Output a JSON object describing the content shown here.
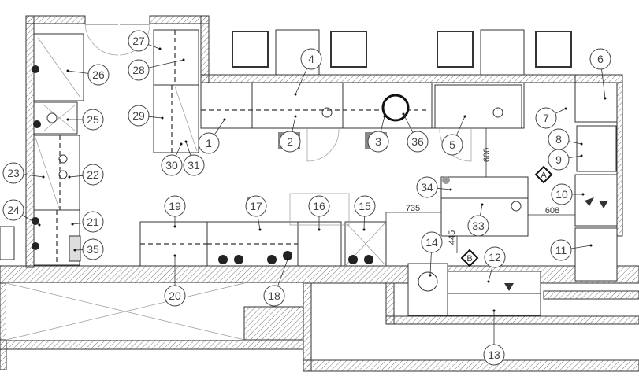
{
  "drawing": {
    "type": "kitchen equipment floor plan",
    "callouts": [
      "1",
      "2",
      "3",
      "4",
      "5",
      "6",
      "7",
      "8",
      "9",
      "10",
      "11",
      "12",
      "13",
      "14",
      "15",
      "16",
      "17",
      "18",
      "19",
      "20",
      "21",
      "22",
      "23",
      "24",
      "25",
      "26",
      "27",
      "28",
      "29",
      "30",
      "31",
      "33",
      "34",
      "35",
      "36"
    ],
    "dimensions": {
      "d600": "600",
      "d735": "735",
      "d608": "608",
      "d445": "445"
    },
    "section_markers": {
      "a": "A",
      "b": "B"
    }
  }
}
